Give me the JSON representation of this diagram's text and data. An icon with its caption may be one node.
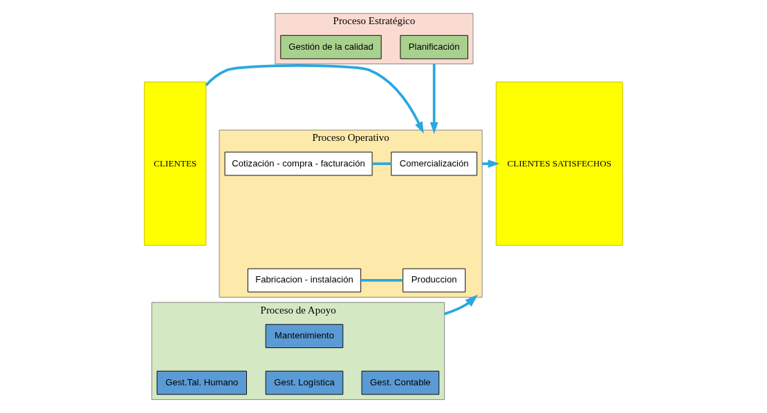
{
  "diagram": {
    "nodes": [
      {
        "text": [
          "CLIENTES"
        ]
      },
      {
        "text": [
          "Proceso Estratégico"
        ]
      },
      {
        "text": [
          "Planificación"
        ],
        "in": 1
      },
      {
        "text": [
          "Gestión de la calidad"
        ],
        "in": 1
      },
      {
        "text": [
          "Proceso Operativo"
        ]
      },
      {
        "text": [
          "Comercialización"
        ],
        "in": 4
      },
      {
        "text": [
          "Cotización - compra - facturación"
        ],
        "in": 4
      },
      {
        "text": [
          "Produccion"
        ],
        "in": 4
      },
      {
        "text": [
          "Fabricacion - instalación"
        ],
        "in": 4
      },
      {
        "text": [
          "Proceso de Apoyo"
        ]
      },
      {
        "text": [
          "Mantenimiento"
        ],
        "in": 9
      },
      {
        "text": [
          "Gest.Tal. Humano"
        ],
        "in": 9
      },
      {
        "text": [
          "Gest. Logística"
        ],
        "in": 9
      },
      {
        "text": [
          "Gest. Contable"
        ],
        "in": 9
      },
      {
        "text": [
          "CLIENTES SATISFECHOS"
        ]
      }
    ],
    "edges": [
      {
        "from": 0,
        "to": 4,
        "arrow": "to"
      },
      {
        "from": 1,
        "to": 4,
        "arrow": "to"
      },
      {
        "from": 5,
        "to": 6,
        "arrow": "none"
      },
      {
        "from": 7,
        "to": 8,
        "arrow": "none"
      },
      {
        "from": 9,
        "to": 4,
        "arrow": "to"
      },
      {
        "from": 4,
        "to": 14,
        "arrow": "to"
      }
    ]
  }
}
